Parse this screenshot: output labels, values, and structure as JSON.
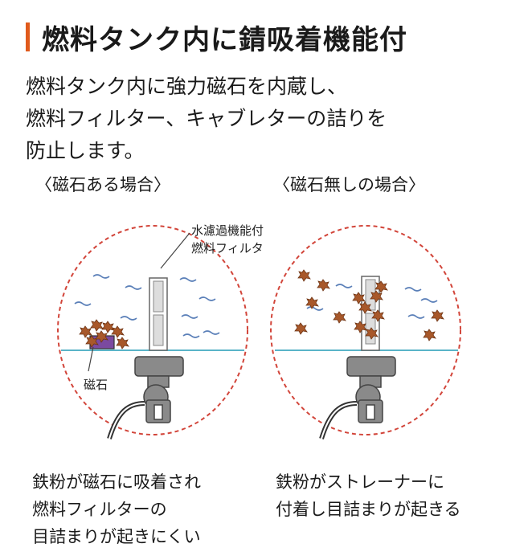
{
  "header": {
    "title": "燃料タンク内に錆吸着機能付",
    "accent_color": "#e05a1c"
  },
  "description": {
    "lines": [
      "燃料タンク内に強力磁石を内蔵し、",
      "燃料フィルター、キャブレターの詰りを",
      "防止します。"
    ]
  },
  "left_case": {
    "label": "〈磁石ある場合〉",
    "filter_annotation": [
      "水濾過機能付き",
      "燃料フィルター"
    ],
    "magnet_label": "磁石",
    "caption": [
      "鉄粉が磁石に吸着され",
      "燃料フィルターの",
      "目詰まりが起きにくい"
    ]
  },
  "right_case": {
    "label": "〈磁石無しの場合〉",
    "caption": [
      "鉄粉がストレーナーに",
      "付着し目詰まりが起きる"
    ]
  },
  "colors": {
    "circle_outline": "#d2453a",
    "fuel_line": "#5ab4c8",
    "wave": "#5a7fb8",
    "iron_particle": "#a8582a",
    "magnet": "#7b4aa0",
    "fitting": "#8a8a8a"
  }
}
